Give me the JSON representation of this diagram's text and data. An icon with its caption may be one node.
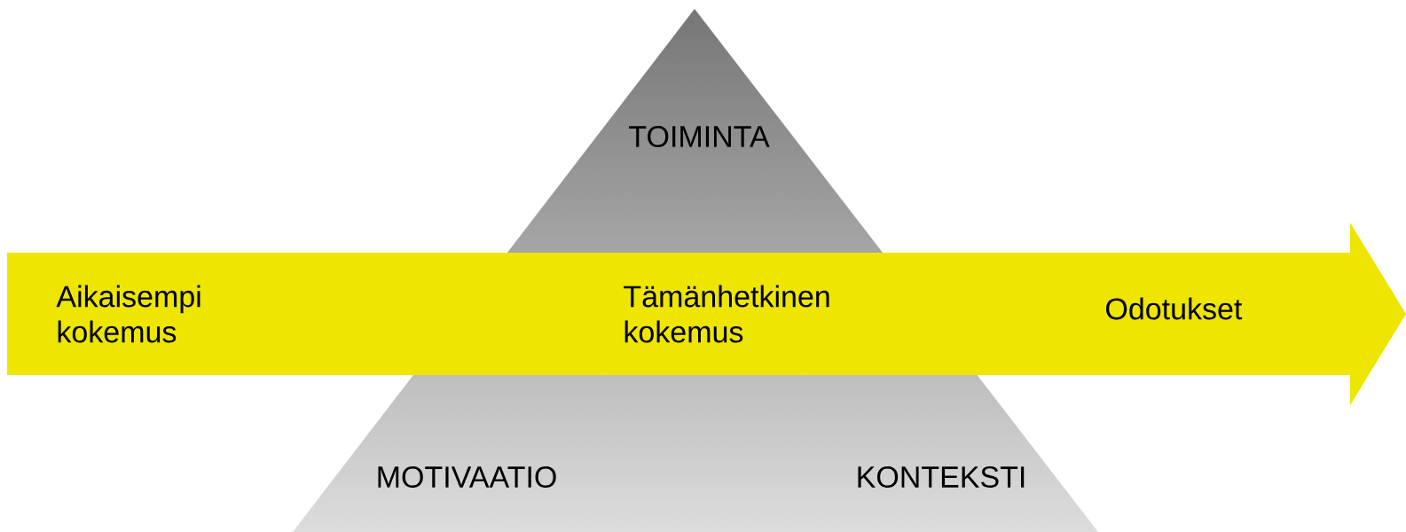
{
  "diagram": {
    "nodes": [
      {
        "text": [
          "TOIMINTA",
          "MOTIVAATIO",
          "KONTEKSTI"
        ]
      },
      {
        "text": [
          "Aikaisempi kokemus",
          "Tämänhetkinen kokemus",
          "Odotukset"
        ]
      }
    ]
  }
}
